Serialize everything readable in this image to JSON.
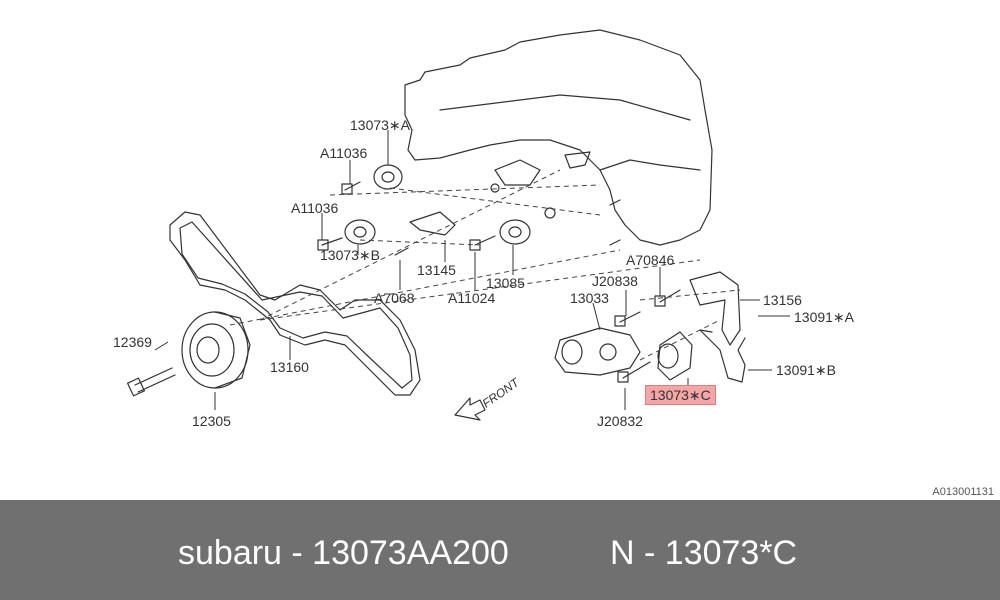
{
  "diagram": {
    "labels": {
      "l13073a": "13073∗A",
      "l11036a": "A11036",
      "l11036b": "A11036",
      "l13073b": "13073∗B",
      "l13145": "13145",
      "l13085": "13085",
      "l7068": "A7068",
      "l11024": "A11024",
      "l12369": "12369",
      "l13160": "13160",
      "l12305": "12305",
      "l20838": "J20838",
      "l70846": "A70846",
      "l13033": "13033",
      "l13156": "13156",
      "l13091a": "13091∗A",
      "l13091b": "13091∗B",
      "l13073c": "13073∗C",
      "l20832": "J20832",
      "front": "FRONT"
    },
    "code": "A013001131"
  },
  "footer": {
    "part_number": "subaru - 13073AA200",
    "ref": "N - 13073*C"
  },
  "colors": {
    "footer_bg": "#707070",
    "highlight": "#f4a6a6",
    "line": "#333333"
  }
}
